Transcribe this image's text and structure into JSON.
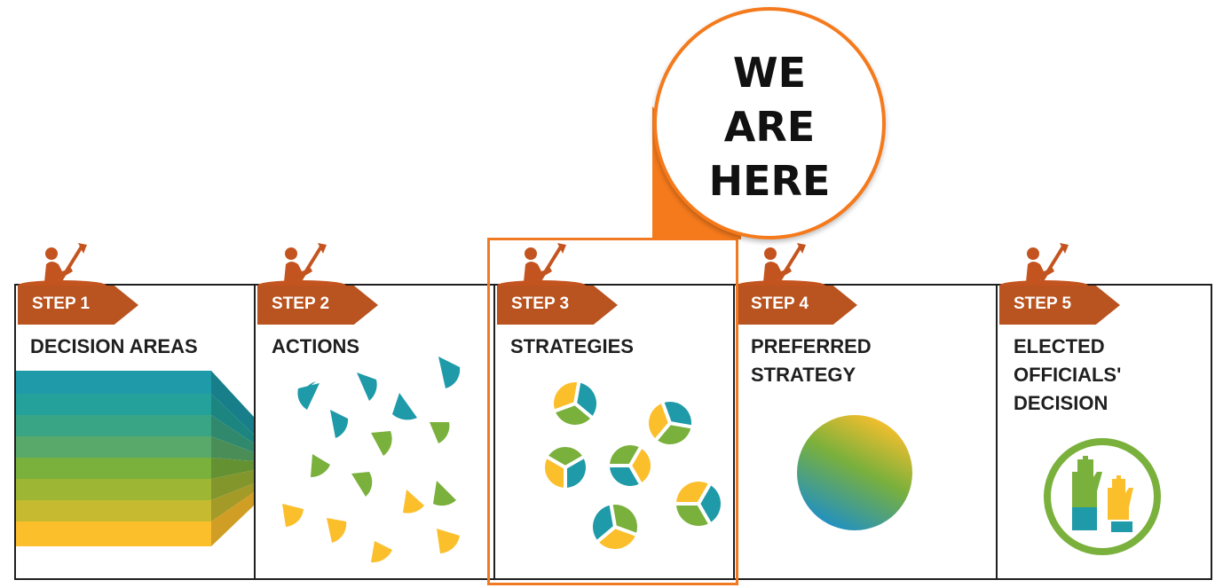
{
  "callout": {
    "line1": "WE",
    "line2": "ARE",
    "line3": "HERE"
  },
  "steps": [
    {
      "label": "STEP 1",
      "title_lines": [
        "DECISION AREAS"
      ]
    },
    {
      "label": "STEP 2",
      "title_lines": [
        "ACTIONS"
      ]
    },
    {
      "label": "STEP 3",
      "title_lines": [
        "STRATEGIES"
      ]
    },
    {
      "label": "STEP 4",
      "title_lines": [
        "PREFERRED",
        "STRATEGY"
      ]
    },
    {
      "label": "STEP 5",
      "title_lines": [
        "ELECTED",
        "OFFICIALS'",
        "DECISION"
      ]
    }
  ],
  "highlighted_step": 3,
  "colors": {
    "step_arrow": "#b9531f",
    "highlight": "#f07a24",
    "teal": "#1e9aa8",
    "green": "#7ab03c",
    "yellow": "#fbbf2c",
    "kayaker": "#c4541f"
  },
  "icons": [
    "kayaker-icon",
    "raised-hands-icon"
  ]
}
